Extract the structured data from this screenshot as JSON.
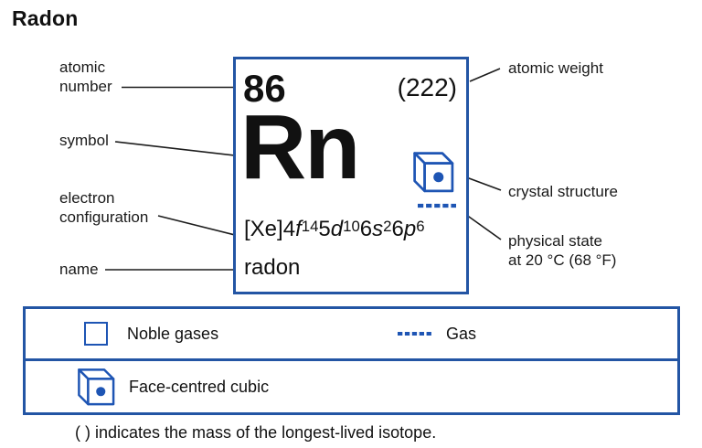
{
  "page": {
    "title": "Radon",
    "note": "( ) indicates the mass of the longest-lived isotope."
  },
  "element_card": {
    "atomic_number": "86",
    "atomic_weight": "(222)",
    "symbol": "Rn",
    "name": "radon",
    "econfig": {
      "prefix": "[Xe]",
      "t1c": "4",
      "t1o": "f",
      "t1s": "14",
      "t2c": "5",
      "t2o": "d",
      "t2s": "10",
      "t3c": "6",
      "t3o": "s",
      "t3s": "2",
      "t4c": "6",
      "t4o": "p",
      "t4s": "6"
    }
  },
  "callouts": {
    "atomic_number_line1": "atomic",
    "atomic_number_line2": "number",
    "symbol": "symbol",
    "econfig_line1": "electron",
    "econfig_line2": "configuration",
    "name": "name",
    "atomic_weight": "atomic weight",
    "crystal_structure": "crystal structure",
    "physical_state_line1": "physical state",
    "physical_state_line2": "at 20 °C (68 °F)"
  },
  "legend": {
    "noble_gases_label": "Noble gases",
    "gas_label": "Gas",
    "crystal_label": "Face-centred cubic"
  },
  "icons": {
    "crystal_structure": "cube-with-centered-dot",
    "gas_state": "blue-dashed-line",
    "noble_gases": "blue-outlined-square"
  },
  "colors": {
    "accent_border": "#2355a4",
    "icon_blue": "#1e55b4",
    "text": "#111111",
    "connector_line": "#1c1c1c"
  }
}
